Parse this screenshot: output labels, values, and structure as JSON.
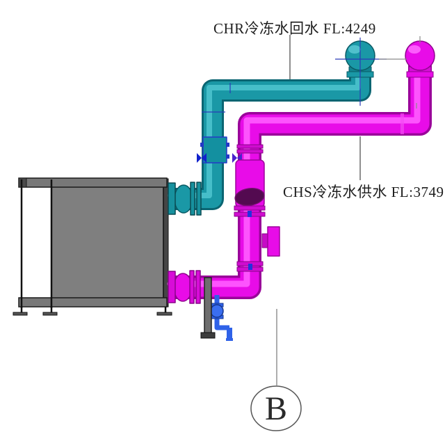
{
  "labels": {
    "chr": "CHR冷冻水回水 FL:4249",
    "chs": "CHS冷冻水供水 FL:3749",
    "grid_bubble": "B"
  },
  "colors": {
    "chr_pipe": "#1a98a6",
    "chr_pipe_dark": "#0a6572",
    "chr_pipe_highlight": "#4fc4cf",
    "chs_pipe": "#e80ce8",
    "chs_pipe_dark": "#9a059a",
    "chs_pipe_highlight": "#ff5cff",
    "drain_pipe": "#2f62e8",
    "valve_handle": "#2233cc",
    "equipment_body": "#7f7f7f",
    "equipment_rail": "#787878",
    "centerline_blue": "#2a3ab8",
    "background": "#ffffff"
  }
}
